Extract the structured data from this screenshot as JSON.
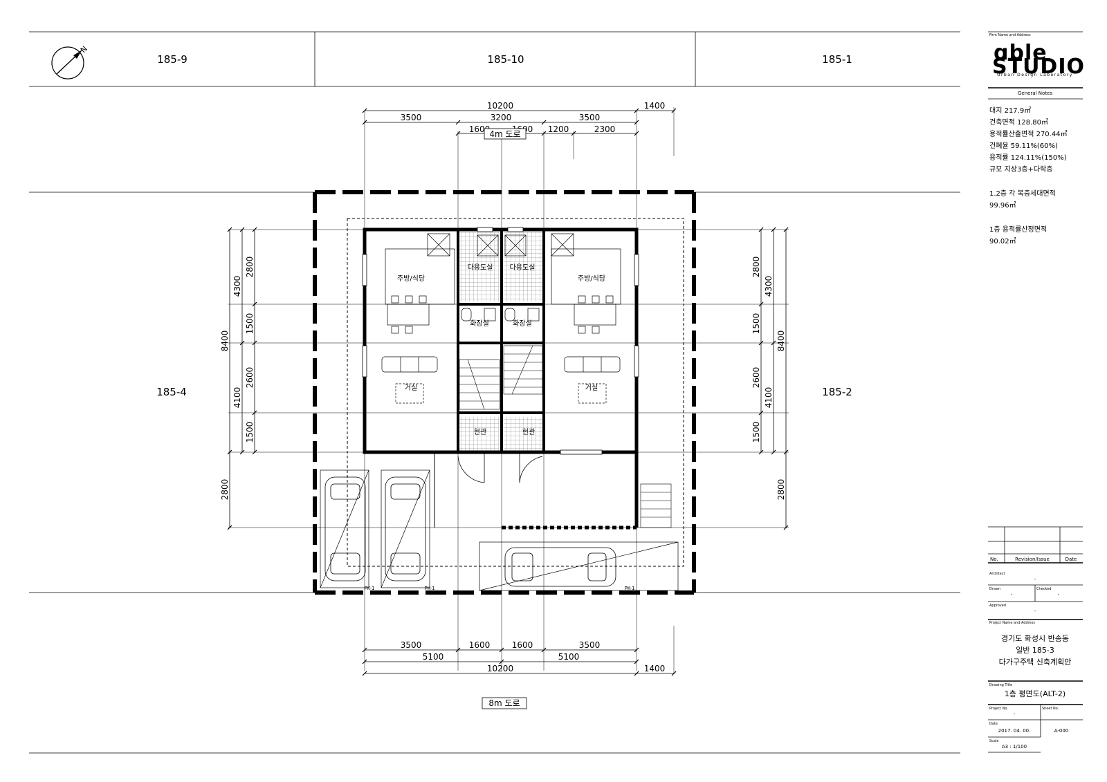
{
  "lots": {
    "top_left": "185-9",
    "top_center": "185-10",
    "top_right": "185-1",
    "left": "185-4",
    "right": "185-2"
  },
  "roads": {
    "top": "4m 도로",
    "bottom": "8m 도로"
  },
  "dimensions": {
    "top": {
      "overall": "10200",
      "extra": "1400",
      "seg1": [
        "3500",
        "3200",
        "3500"
      ],
      "seg2": [
        "1600",
        "1600",
        "1200",
        "2300"
      ]
    },
    "bottom": {
      "seg1": [
        "3500",
        "1600",
        "1600",
        "3500"
      ],
      "seg2": [
        "5100",
        "5100"
      ],
      "overall": "10200",
      "extra": "1400"
    },
    "left": {
      "overall": "8400",
      "mid": [
        "4300",
        "4100"
      ],
      "inner": [
        "2800",
        "1500",
        "2600",
        "1500"
      ],
      "parking": "2800"
    },
    "right": {
      "overall": "8400",
      "mid": [
        "4300",
        "4100"
      ],
      "inner": [
        "2800",
        "1500",
        "2600",
        "1500"
      ],
      "parking": "2800"
    }
  },
  "rooms": {
    "kitchen_left": "주방/식당",
    "kitchen_right": "주방/식당",
    "utility_left": "다용도실",
    "utility_right": "다용도실",
    "bath_left": "화장실",
    "bath_right": "화장실",
    "living_left": "거실",
    "living_right": "거실",
    "entry_left": "현관",
    "entry_right": "현관"
  },
  "parking_labels": [
    "PK-1",
    "PK-1",
    "PK-1"
  ],
  "notes": {
    "header": "General Notes",
    "lines": [
      "대지 217.9㎡",
      "건축면적 128.80㎡",
      "용적률산출면적 270.44㎡",
      "건폐율 59.11%(60%)",
      "용적률 124.11%(150%)",
      "규모 지상3층+다락층"
    ],
    "block2": [
      "1.2층 각 복층세대면적",
      "99.96㎡"
    ],
    "block3": [
      "1층 용적률산정면적",
      "90.02㎡"
    ]
  },
  "titleblock": {
    "firm_label": "Firm Name and Address",
    "logo_line1": "ɑble",
    "logo_line2": "STUDIO",
    "logo_sub": "Urban Design Laboratory",
    "rev_headers": [
      "No.",
      "Revision/Issue",
      "Date"
    ],
    "architect_label": "Architect",
    "architect_value": "-",
    "drawn_label": "Drawn",
    "drawn_value": "-",
    "checked_label": "Checked",
    "checked_value": "-",
    "approved_label": "Approved",
    "approved_value": "-",
    "project_label": "Project Name and Address",
    "project_lines": [
      "경기도 화성시 반송동",
      "일반 185-3",
      "다가구주택 신축계획안"
    ],
    "drawing_title_label": "Drawing Title",
    "drawing_title": "1층 평면도(ALT-2)",
    "project_no_label": "Project No.",
    "project_no_value": "-",
    "sheet_no_label": "Sheet No.",
    "date_label": "Date",
    "date_value": "2017. 04. 00.",
    "sheet_no_value": "A-000",
    "scale_label": "Scale",
    "scale_value": "A3 : 1/100"
  },
  "north_letter": "N"
}
